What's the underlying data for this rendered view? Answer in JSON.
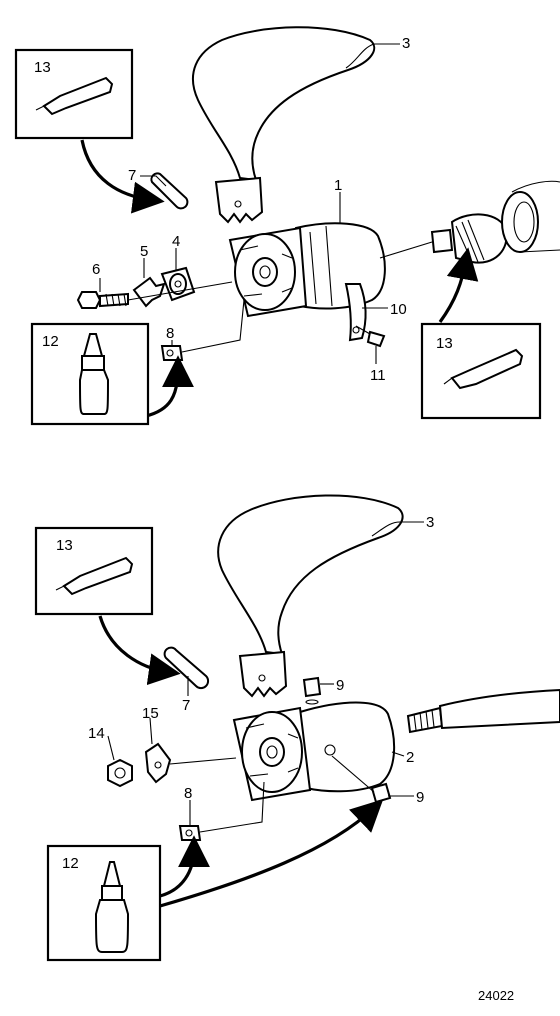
{
  "figure_number": "24022",
  "callouts": {
    "top": {
      "propeller": "3",
      "pin": "7",
      "hub": "1",
      "nut": "4",
      "washer": "5",
      "bolt": "6",
      "set_screw": "8",
      "tab": "10",
      "screw": "11",
      "box_grease_left": "13",
      "box_locking_fluid": "12",
      "box_grease_right": "13"
    },
    "bottom": {
      "propeller": "3",
      "pin": "7",
      "hub": "2",
      "nut": "14",
      "washer": "15",
      "set_screw": "8",
      "plug_top": "9",
      "plug_side": "9",
      "box_grease": "13",
      "box_locking_fluid": "12"
    }
  }
}
